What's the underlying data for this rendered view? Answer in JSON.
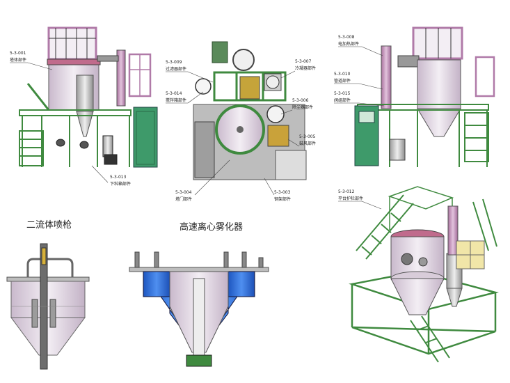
{
  "captions": {
    "two_fluid_nozzle": "二流体喷枪",
    "atomizer": "高速离心雾化器"
  },
  "labels": [
    {
      "code": "5-3-001",
      "name": "塔体部件"
    },
    {
      "code": "5-3-013",
      "name": "下料箱部件"
    },
    {
      "code": "5-3-009",
      "name": "过滤器部件"
    },
    {
      "code": "5-3-014",
      "name": "搅拌箱部件"
    },
    {
      "code": "5-3-007",
      "name": "冷凝器部件"
    },
    {
      "code": "5-3-006",
      "name": "除尘器部件"
    },
    {
      "code": "5-3-005",
      "name": "鼓风部件"
    },
    {
      "code": "5-3-004",
      "name": "塔门部件"
    },
    {
      "code": "5-3-003",
      "name": "钢架部件"
    },
    {
      "code": "5-3-008",
      "name": "电加热部件"
    },
    {
      "code": "5-3-010",
      "name": "管道部件"
    },
    {
      "code": "5-3-015",
      "name": "阀组部件"
    },
    {
      "code": "5-3-012",
      "name": "平台护栏部件"
    }
  ],
  "colors": {
    "frame": "#3f8a3f",
    "tower": "#e4d8e6",
    "pink": "#b07aa8",
    "blue": "#2f6fd8",
    "control": "#3e9a6a"
  }
}
